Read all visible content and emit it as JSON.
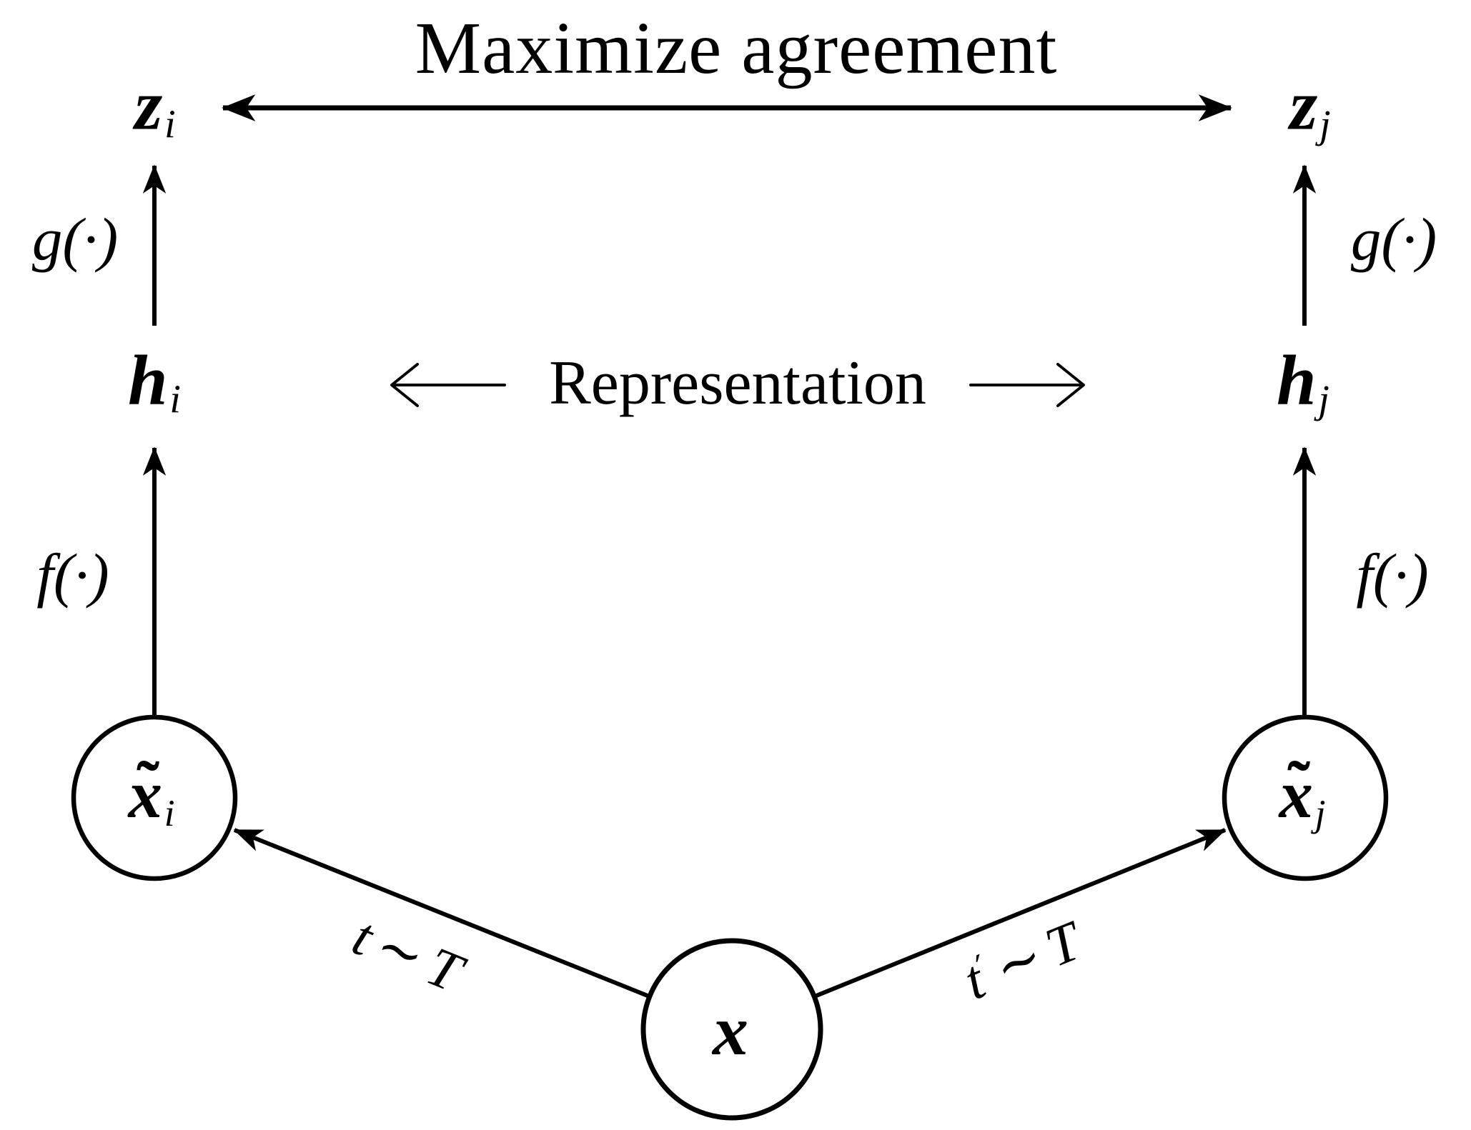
{
  "figure": {
    "background": "#ffffff",
    "ink": "#000000",
    "top_caption": "Maximize agreement",
    "mid_caption": "Representation"
  },
  "nodes": {
    "x": {
      "base": "x"
    },
    "x_i": {
      "accent": "˜",
      "base": "x",
      "sub": "i"
    },
    "x_j": {
      "accent": "˜",
      "base": "x",
      "sub": "j"
    },
    "h_i": {
      "base": "h",
      "sub": "i"
    },
    "h_j": {
      "base": "h",
      "sub": "j"
    },
    "z_i": {
      "base": "z",
      "sub": "i"
    },
    "z_j": {
      "base": "z",
      "sub": "j"
    }
  },
  "edges": {
    "g_left": {
      "label": "g(·)"
    },
    "g_right": {
      "label": "g(·)"
    },
    "f_left": {
      "label": "f(·)"
    },
    "f_right": {
      "label": "f(·)"
    },
    "t_left": {
      "var": "t",
      "prime": "",
      "op": "∼",
      "dist": "T"
    },
    "t_right": {
      "var": "t",
      "prime": "′",
      "op": "∼",
      "dist": "T"
    }
  }
}
